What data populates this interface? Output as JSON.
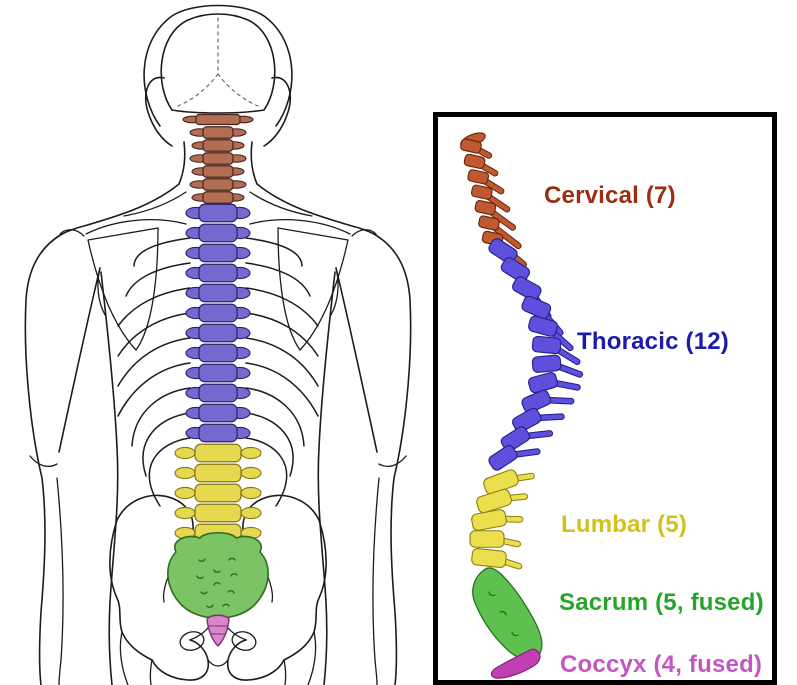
{
  "diagram": {
    "background": "#ffffff",
    "outline_color": "#1c1c1c",
    "panel": {
      "border_color": "#000000",
      "background": "#ffffff"
    },
    "regions": [
      {
        "id": "cervical",
        "label": "Cervical (7)",
        "vertebrae": 7,
        "fused": false,
        "label_color": "#9b2d12",
        "detail_fill": "#c2582f",
        "detail_stroke": "#5f2810",
        "body_fill": "#b26e54",
        "body_stroke": "#46221a"
      },
      {
        "id": "thoracic",
        "label": "Thoracic (12)",
        "vertebrae": 12,
        "fused": false,
        "label_color": "#1c1caa",
        "detail_fill": "#5c50dd",
        "detail_stroke": "#251d86",
        "body_fill": "#7569cf",
        "body_stroke": "#2a2168"
      },
      {
        "id": "lumbar",
        "label": "Lumbar (5)",
        "vertebrae": 5,
        "fused": false,
        "label_color": "#d4c01c",
        "detail_fill": "#ecdf4d",
        "detail_stroke": "#8f7d12",
        "body_fill": "#e7d94f",
        "body_stroke": "#857414"
      },
      {
        "id": "sacrum",
        "label": "Sacrum (5, fused)",
        "vertebrae": 5,
        "fused": true,
        "label_color": "#28a42a",
        "detail_fill": "#5ec04f",
        "detail_stroke": "#277120",
        "body_fill": "#7cc366",
        "body_stroke": "#2c6e22"
      },
      {
        "id": "coccyx",
        "label": "Coccyx (4, fused)",
        "vertebrae": 4,
        "fused": true,
        "label_color": "#c455c4",
        "detail_fill": "#c23fb6",
        "detail_stroke": "#7c2374",
        "body_fill": "#d887ca",
        "body_stroke": "#7c3070"
      }
    ]
  }
}
